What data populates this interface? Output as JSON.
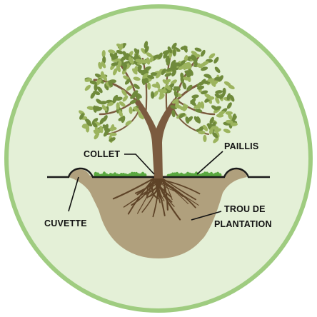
{
  "labels": {
    "collet": "COLLET",
    "paillis": "PAILLIS",
    "cuvette": "CUVETTE",
    "trou_line1": "TROU DE",
    "trou_line2": "PLANTATION"
  },
  "colors": {
    "ring": "#9fcc80",
    "background": "#e4f0d7",
    "soil": "#b0a07d",
    "ground_line": "#1a1a1a",
    "trunk": "#7b5b3f",
    "roots": "#5e4327",
    "leaf_light": "#9cb45e",
    "leaf_dark": "#6f8a3b",
    "mulch": "#5aa840",
    "label_text": "#111111"
  },
  "icons": {
    "tree": "tree-icon",
    "roots": "roots-icon"
  }
}
